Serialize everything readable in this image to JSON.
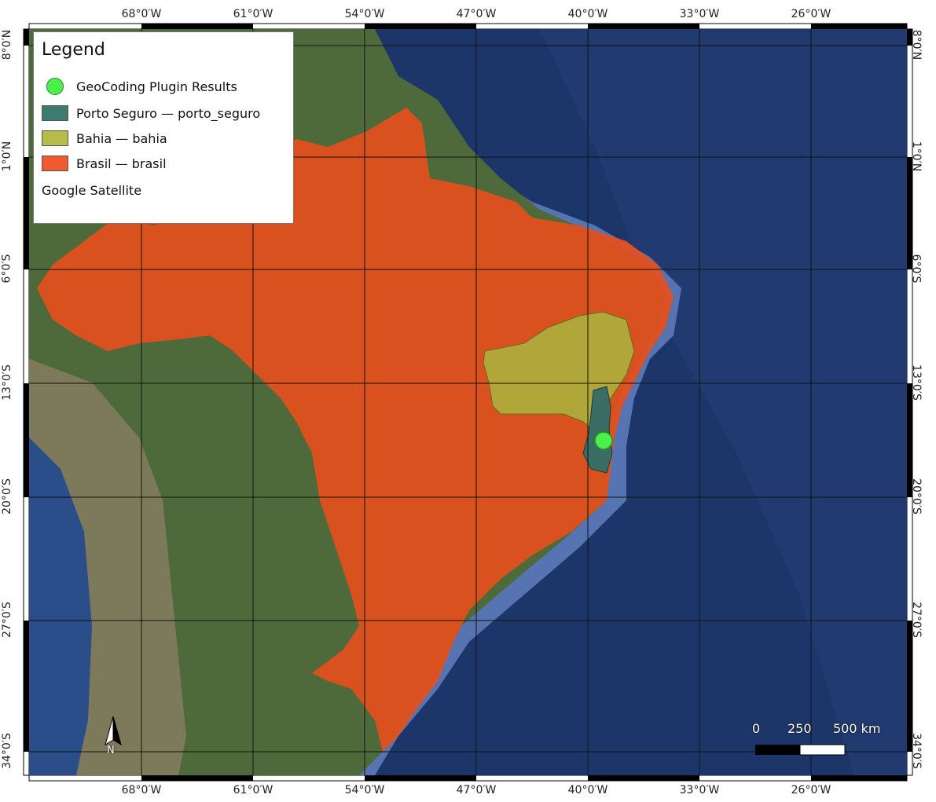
{
  "legend": {
    "title": "Legend",
    "items": [
      {
        "label": "GeoCoding Plugin Results",
        "symbol": "circle",
        "color": "#4cf04c"
      },
      {
        "label": "Porto Seguro — porto_seguro",
        "symbol": "box",
        "color": "#3d7a70"
      },
      {
        "label": "Bahia — bahia",
        "symbol": "box",
        "color": "#b5bc4a"
      },
      {
        "label": "Brasil — brasil",
        "symbol": "box",
        "color": "#f05a2e"
      },
      {
        "label": "Google Satellite",
        "symbol": "none",
        "color": ""
      }
    ]
  },
  "graticule": {
    "lon_labels": [
      "68°0′W",
      "61°0′W",
      "54°0′W",
      "47°0′W",
      "40°0′W",
      "33°0′W",
      "26°0′W"
    ],
    "lat_labels": [
      "8°0′N",
      "1°0′N",
      "6°0′S",
      "13°0′S",
      "20°0′S",
      "27°0′S",
      "34°0′S"
    ]
  },
  "scalebar": {
    "labels": [
      "0",
      "250",
      "500 km"
    ]
  },
  "north_arrow": {
    "label": "N"
  },
  "colors": {
    "ocean": "#1c3566",
    "shelf": "#5874b4",
    "land": "#4f6a3a",
    "brasil": "#e8501f",
    "bahia": "#b2a83a",
    "porto_seguro": "#3a6d63",
    "geocode_point": "#4cf04c"
  }
}
